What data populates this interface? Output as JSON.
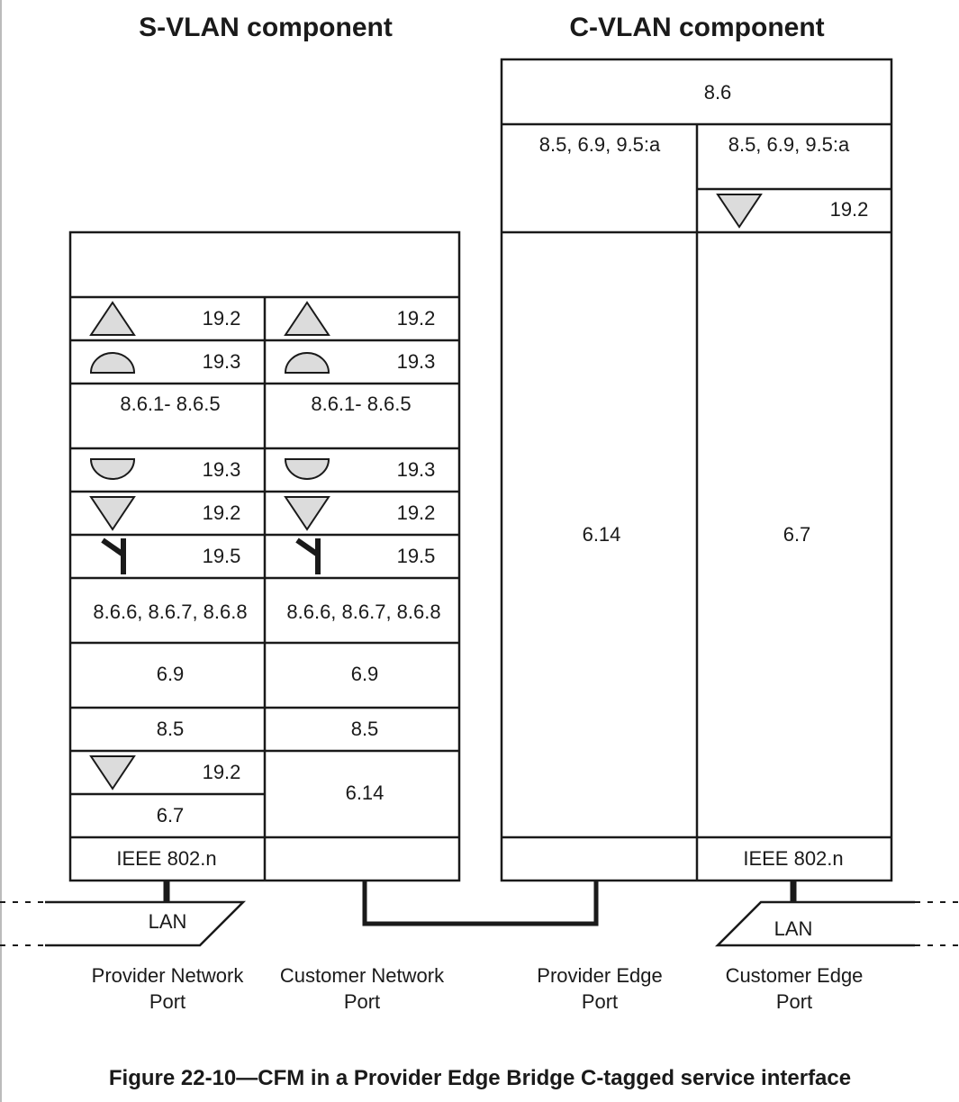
{
  "headers": {
    "svlan": "S-VLAN component",
    "cvlan": "C-VLAN component"
  },
  "svlan": {
    "left_col": {
      "r1": "19.2",
      "r2": "19.3",
      "r3": "8.6.1- 8.6.5",
      "r4": "19.3",
      "r5": "19.2",
      "r6": "19.5",
      "r7": "8.6.6, 8.6.7, 8.6.8",
      "r8": "6.9",
      "r9": "8.5",
      "r10": "19.2",
      "r11": "6.7",
      "r12": "IEEE 802.n"
    },
    "right_col": {
      "r1": "19.2",
      "r2": "19.3",
      "r3": "8.6.1- 8.6.5",
      "r4": "19.3",
      "r5": "19.2",
      "r6": "19.5",
      "r7": "8.6.6, 8.6.7, 8.6.8",
      "r8": "6.9",
      "r9": "8.5",
      "r10": "6.14"
    }
  },
  "cvlan": {
    "top": "8.6",
    "left_col": {
      "r1": "8.5, 6.9, 9.5:a",
      "r2": "6.14"
    },
    "right_col": {
      "r1": "8.5, 6.9, 9.5:a",
      "r2": "19.2",
      "r3": "6.7",
      "r4": "IEEE 802.n"
    }
  },
  "lan": {
    "left": "LAN",
    "right": "LAN"
  },
  "ports": {
    "p1": [
      "Provider Network",
      "Port"
    ],
    "p2": [
      "Customer Network",
      "Port"
    ],
    "p3": [
      "Provider Edge",
      "Port"
    ],
    "p4": [
      "Customer Edge",
      "Port"
    ]
  },
  "caption": "Figure 22-10—CFM in a Provider Edge Bridge C-tagged service interface"
}
